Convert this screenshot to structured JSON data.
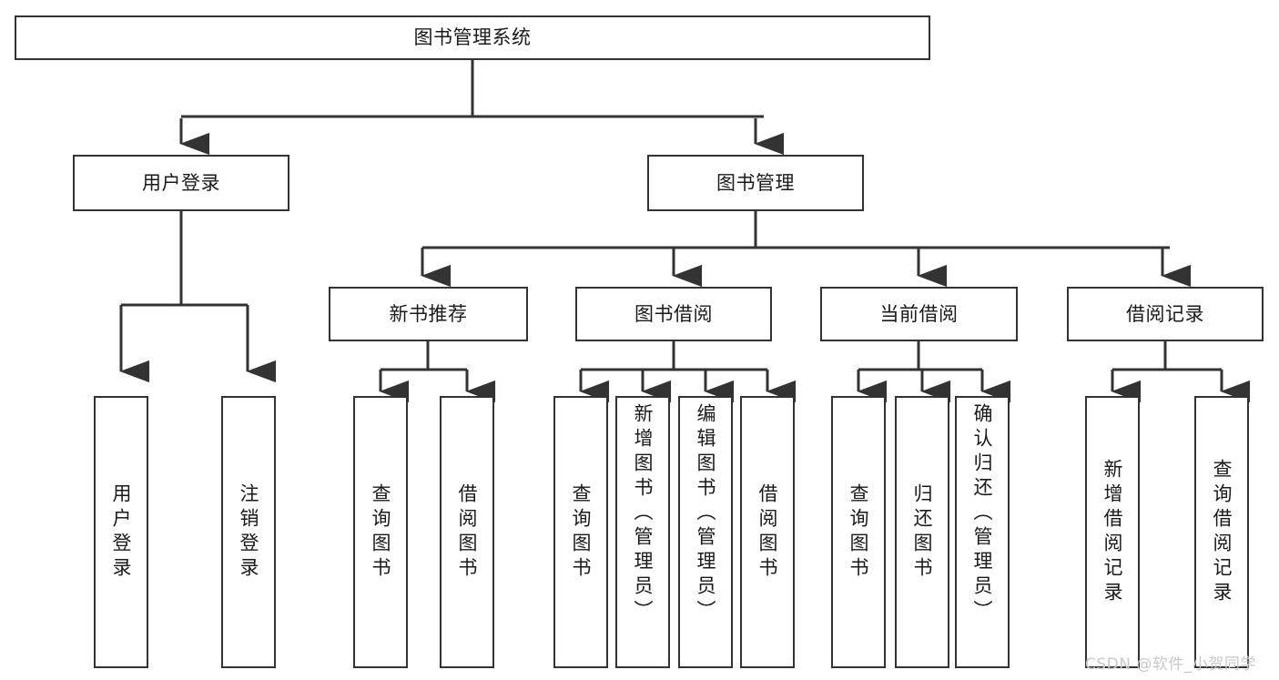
{
  "diagram": {
    "title": "图书管理系统",
    "type": "hierarchy-tree",
    "background_color": "#ffffff",
    "line_color": "#333333",
    "text_color": "#1a1a1a",
    "root": {
      "label": "图书管理系统"
    },
    "level2": [
      {
        "label": "用户登录"
      },
      {
        "label": "图书管理"
      }
    ],
    "level3": [
      {
        "label": "新书推荐"
      },
      {
        "label": "图书借阅"
      },
      {
        "label": "当前借阅"
      },
      {
        "label": "借阅记录"
      }
    ],
    "leaves": {
      "user_login": [
        {
          "label": "用户登录"
        },
        {
          "label": "注销登录"
        }
      ],
      "new_book": [
        {
          "label": "查询图书"
        },
        {
          "label": "借阅图书"
        }
      ],
      "book_borrow": [
        {
          "label": "查询图书"
        },
        {
          "label": "新增图书（管理员）"
        },
        {
          "label": "编辑图书（管理员）"
        },
        {
          "label": "借阅图书"
        }
      ],
      "current_borrow": [
        {
          "label": "查询图书"
        },
        {
          "label": "归还图书"
        },
        {
          "label": "确认归还（管理员）"
        }
      ],
      "borrow_record": [
        {
          "label": "新增借阅记录"
        },
        {
          "label": "查询借阅记录"
        }
      ]
    }
  },
  "watermark": {
    "text": "CSDN @软件_小贺同学",
    "color": "#c9c9c9"
  }
}
